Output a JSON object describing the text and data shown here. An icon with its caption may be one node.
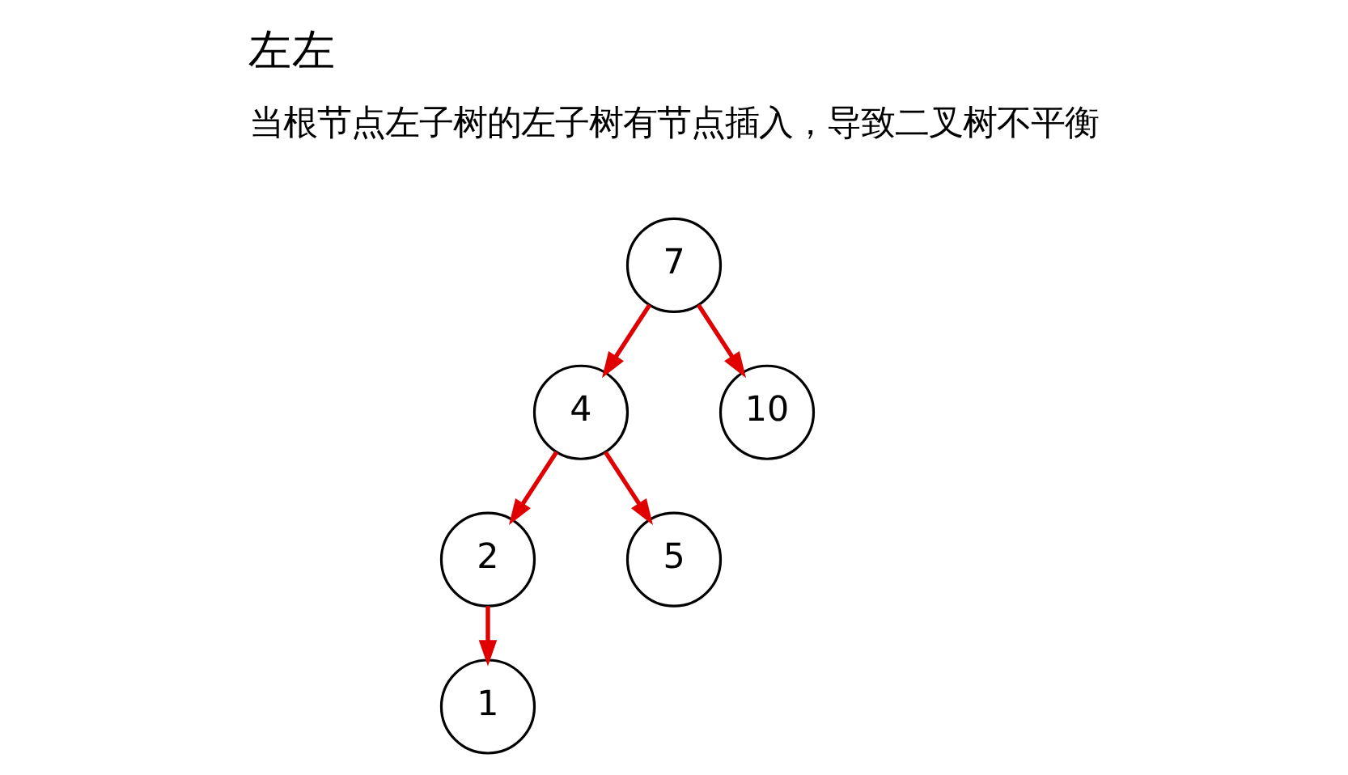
{
  "diagram": {
    "title": "左左",
    "nodes": [
      {
        "text": [
          "7"
        ]
      },
      {
        "text": [
          "4"
        ]
      },
      {
        "text": [
          "10"
        ]
      },
      {
        "text": [
          "2"
        ]
      },
      {
        "text": [
          "5"
        ]
      },
      {
        "text": [
          "1"
        ]
      }
    ],
    "edges": [
      {
        "from": 0,
        "to": 1,
        "arrow": "to"
      },
      {
        "from": 0,
        "to": 2,
        "arrow": "to"
      },
      {
        "from": 1,
        "to": 3,
        "arrow": "to"
      },
      {
        "from": 1,
        "to": 4,
        "arrow": "to"
      },
      {
        "from": 3,
        "to": 5,
        "arrow": "to"
      }
    ],
    "labels": [
      "当根节点左子树的左子树有节点插入，导致二叉树不平衡"
    ]
  }
}
